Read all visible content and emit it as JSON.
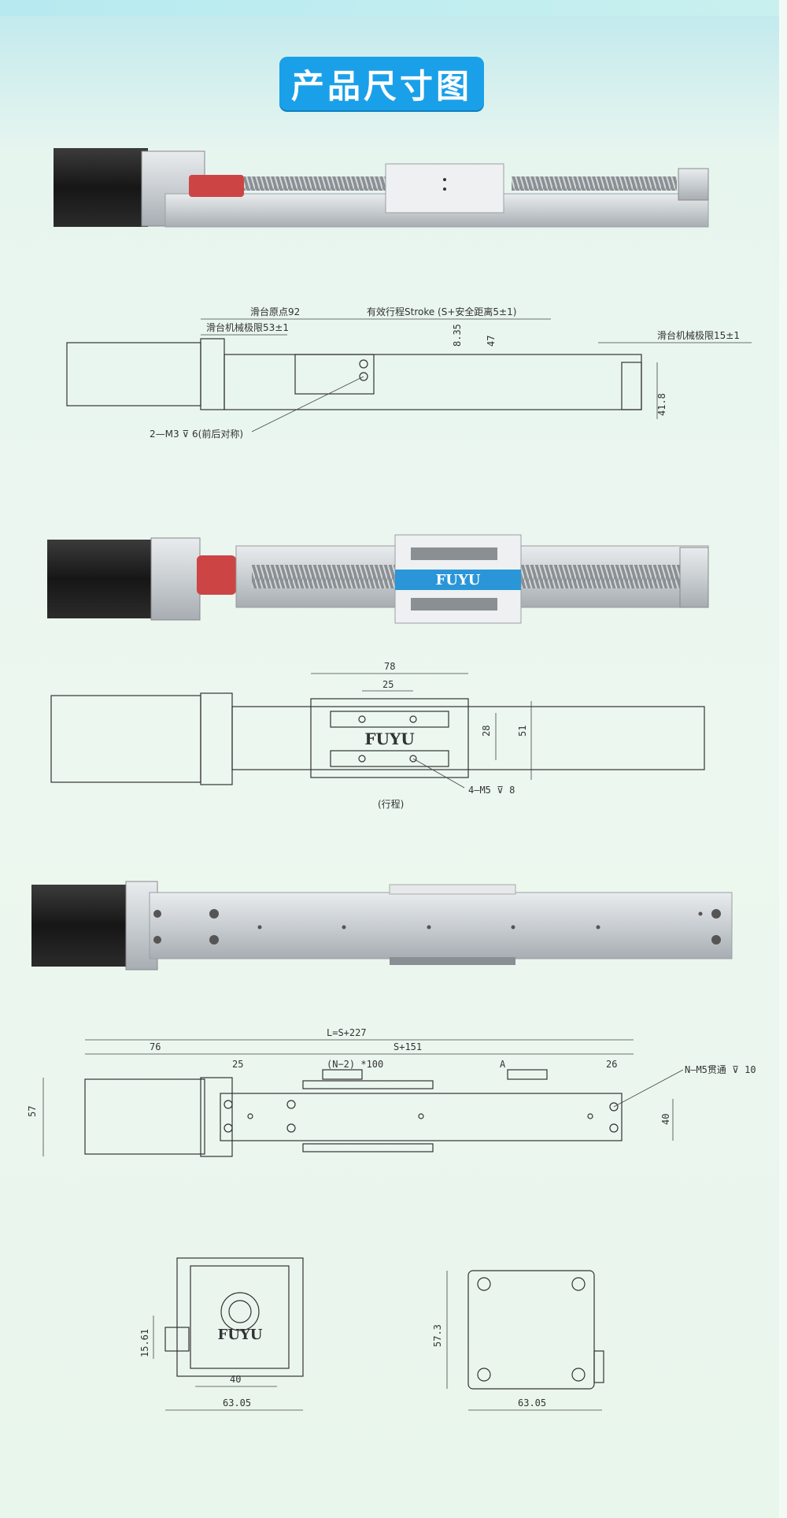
{
  "title": "产品尺寸图",
  "photo1": {
    "label": ""
  },
  "drawing1": {
    "slider_origin": "滑台原点92",
    "mech_limit_left": "滑台机械极限53±1",
    "stroke": "有效行程Stroke (S+安全距离5±1)",
    "mech_limit_right": "滑台机械极限15±1",
    "dim_835": "8.35",
    "dim_47": "47",
    "dim_418": "41.8",
    "screw_note": "2—M3 ⊽ 6(前后对称)"
  },
  "photo2": {
    "brand": "FUYU"
  },
  "drawing2": {
    "dim_78": "78",
    "dim_25": "25",
    "dim_28": "28",
    "dim_51": "51",
    "brand": "FUYU",
    "screw_note": "4—M5 ⊽ 8",
    "travel_note": "(行程)"
  },
  "drawing3": {
    "total_length": "L=S+227",
    "dim_76": "76",
    "dim_S151": "S+151",
    "dim_25": "25",
    "dim_N2": "(N−2) *100",
    "dim_A": "A",
    "dim_26": "26",
    "dim_57": "57",
    "dim_40": "40",
    "screw_note": "N—M5贯通 ⊽ 10"
  },
  "drawing4": {
    "dim_1561": "15.61",
    "dim_40": "40",
    "dim_6305": "63.05",
    "brand": "FUYU"
  },
  "drawing5": {
    "dim_573": "57.3",
    "dim_6305": "63.05"
  }
}
